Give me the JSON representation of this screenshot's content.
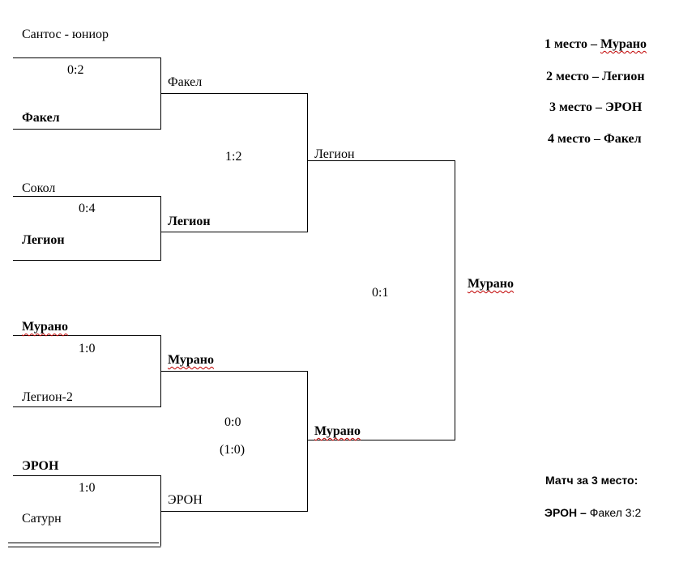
{
  "bracket": {
    "round1": {
      "m1": {
        "team_a": "Сантос - юниор",
        "score": "0:2",
        "team_b": "Факел"
      },
      "m2": {
        "team_a": "Сокол",
        "score": "0:4",
        "team_b": "Легион"
      },
      "m3": {
        "team_a": "Мурано",
        "score": "1:0",
        "team_b": "Легион-2"
      },
      "m4": {
        "team_a": "ЭРОН",
        "score": "1:0",
        "team_b": "Сатурн"
      }
    },
    "semifinals": {
      "s1": {
        "team_a": "Факел",
        "score": "1:2",
        "team_b": "Легион"
      },
      "s2": {
        "team_a": "Мурано",
        "score": "0:0",
        "score_extra": "(1:0)",
        "team_b": "ЭРОН"
      }
    },
    "final": {
      "team_a": "Легион",
      "score": "0:1",
      "team_b": "Мурано",
      "winner": "Мурано"
    }
  },
  "standings": [
    {
      "place": "1 место – ",
      "team": "Мурано"
    },
    {
      "place": "2 место – ",
      "team": "Легион"
    },
    {
      "place": "3 место – ",
      "team": "ЭРОН"
    },
    {
      "place": "4 место – ",
      "team": "Факел"
    }
  ],
  "third_place_match": {
    "title": "Матч за 3 место:",
    "winner": "ЭРОН – ",
    "result": "Факел 3:2"
  }
}
